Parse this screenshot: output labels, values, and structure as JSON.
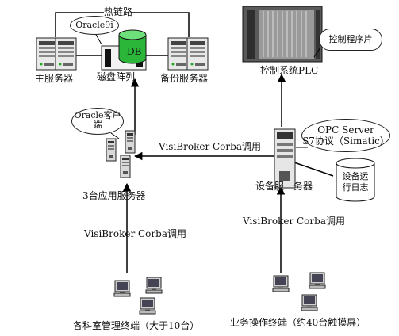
{
  "labels": {
    "hot_link": "热链路",
    "oracle9i": "Oracle9i",
    "db": "DB",
    "main_server": "主服务器",
    "disk_array": "磁盘阵列",
    "backup_server": "备份服务器",
    "plc": "控制系统PLC",
    "plc_program": "控制程序片",
    "oracle_client_1": "Oracle客户",
    "oracle_client_2": "端",
    "visibroker_top": "VisiBroker Corba调用",
    "opc_line1": "OPC Server",
    "opc_line2": "S7协议（Simatic）",
    "device_log_1": "设备运",
    "device_log_2": "行日志",
    "app_servers": "3台应用服务器",
    "device_server": "设备服　务器",
    "visibroker_left": "VisiBroker Corba调用",
    "visibroker_right": "VisiBroker Corba调用",
    "office_terminals": "各科室管理终端（大于10台）",
    "business_terminals": "业务操作终端（约40台触摸屏）"
  },
  "icons": {
    "main_server": "server-tower-icon",
    "backup_server": "server-tower-icon",
    "disk_array": "disk-array-icon",
    "db": "database-cylinder-icon",
    "plc": "plc-rack-icon",
    "app_servers": "server-tower-icon",
    "device_server": "server-tower-icon",
    "device_log": "database-cylinder-icon",
    "terminals": "desktop-computer-icon"
  },
  "colors": {
    "line": "#000000",
    "db_cylinder": "#2bb63a",
    "server_dark": "#333333",
    "plc_body": "#555555"
  }
}
